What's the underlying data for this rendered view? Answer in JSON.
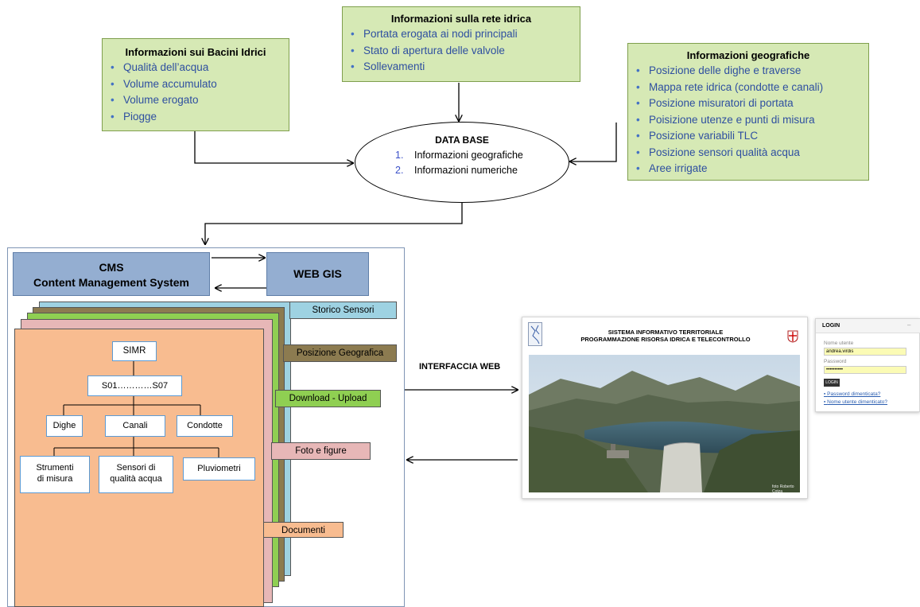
{
  "bacini": {
    "title": "Informazioni sui Bacini Idrici",
    "items": [
      "Qualità dell’acqua",
      "Volume accumulato",
      "Volume erogato",
      "Piogge"
    ]
  },
  "rete": {
    "title": "Informazioni sulla rete idrica",
    "items": [
      "Portata erogata ai nodi principali",
      "Stato di apertura delle valvole",
      "Sollevamenti"
    ]
  },
  "geografiche": {
    "title": "Informazioni geografiche",
    "items": [
      "Posizione delle dighe e traverse",
      "Mappa rete idrica (condotte e canali)",
      "Posizione misuratori di portata",
      "Poisizione utenze  e punti di misura",
      "Posizione variabili TLC",
      "Posizione  sensori qualità acqua",
      "Aree irrigate"
    ]
  },
  "database": {
    "title": "DATA BASE",
    "items": [
      {
        "num": "1.",
        "label": "Informazioni geografiche"
      },
      {
        "num": "2.",
        "label": "Informazioni numeriche"
      }
    ]
  },
  "cms": {
    "line1": "CMS",
    "line2": "Content Management System"
  },
  "webgis": "WEB GIS",
  "tabs": {
    "storico": "Storico Sensori",
    "posizione": "Posizione Geografica",
    "download": "Download - Upload",
    "foto": "Foto e figure",
    "documenti": "Documenti"
  },
  "tree": {
    "root": "SIMR",
    "level1": "S01…………S07",
    "level2": [
      "Dighe",
      "Canali",
      "Condotte"
    ],
    "level3": [
      "Strumenti\ndi misura",
      "Sensori di\nqualità acqua",
      "Pluviometri"
    ]
  },
  "interface_label": "INTERFACCIA WEB",
  "portal": {
    "header_line1": "SISTEMA INFORMATIVO TERRITORIALE",
    "header_line2": "PROGRAMMAZIONE RISORSA IDRICA E TELECONTROLLO",
    "login_title": "LOGIN",
    "username_label": "Nome utente",
    "username_value": "andrea.virdis",
    "password_label": "Password",
    "password_value": "••••••••••",
    "login_button": "LOGIN",
    "forgot_password": "Password dimenticata?",
    "forgot_username": "Nome utente dimenticato?",
    "photo_credit": "foto Roberto Cotza"
  },
  "colors": {
    "info_box": "#d6e9b5",
    "cms_box": "#94aed1",
    "layer_orange": "#f8bc90",
    "layer_pink": "#e7b7b7",
    "layer_green": "#8fcf52",
    "layer_olive": "#8c7b50",
    "layer_cyan": "#9ed2e2",
    "bullet_text": "#2e4fa0"
  }
}
